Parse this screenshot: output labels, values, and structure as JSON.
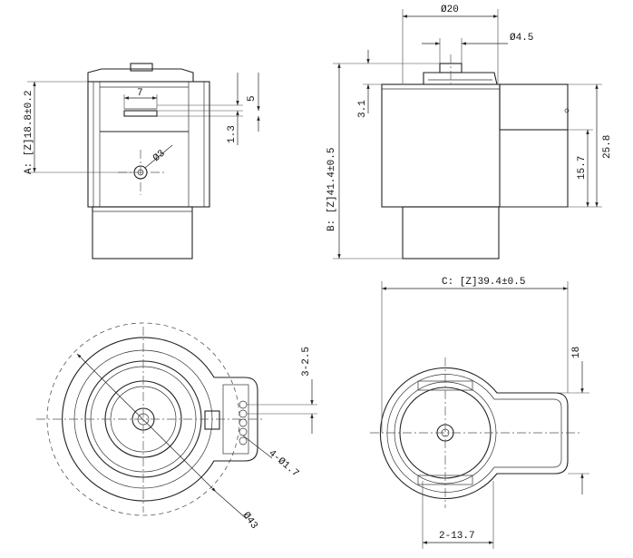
{
  "labels": {
    "a": "A: [Z]18.8±0.2",
    "seven": "7",
    "five": "5",
    "one_three": "1.3",
    "phi3": "Ø3",
    "phi20": "Ø20",
    "phi45": "Ø4.5",
    "three_one": "3.1",
    "b": "B: [Z]41.4±0.5",
    "d258": "25.8",
    "d157": "15.7",
    "c": "C: [Z]39.4±0.5",
    "d18": "18",
    "d325": "3-2.5",
    "d417": "4-Ø1.7",
    "phi43": "Ø43",
    "d2137": "2-13.7"
  }
}
